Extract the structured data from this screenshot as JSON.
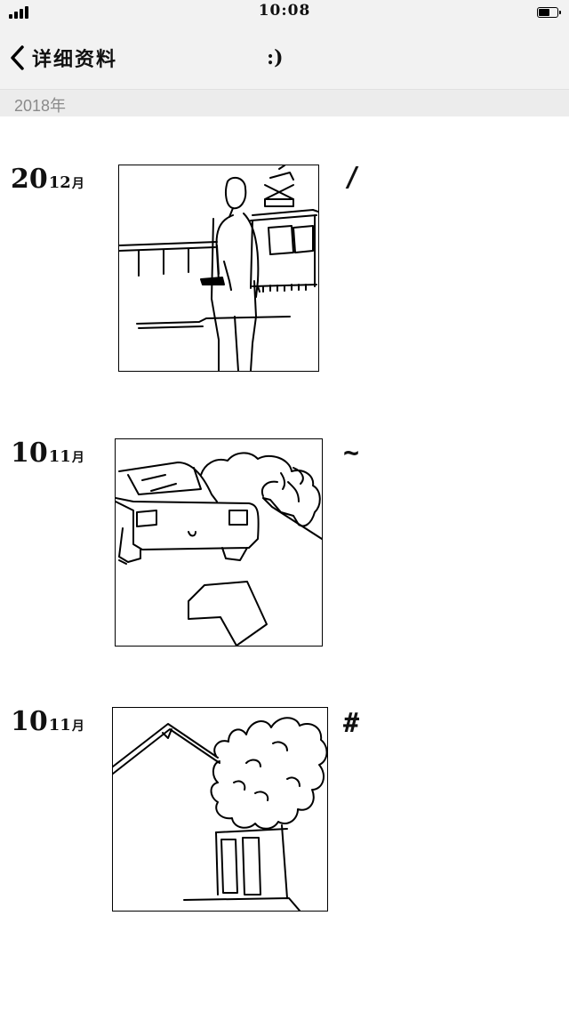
{
  "status_bar": {
    "time": "10:08"
  },
  "nav": {
    "back_label": "详细资料",
    "center_text": ":)"
  },
  "year_header": {
    "label": "2018年"
  },
  "entries": [
    {
      "day": "20",
      "month": "12",
      "suffix": "月",
      "symbol": "/",
      "image_icon": "man-and-tram-drawing"
    },
    {
      "day": "10",
      "month": "11",
      "suffix": "月",
      "symbol": "~",
      "image_icon": "car-and-arrow-drawing"
    },
    {
      "day": "10",
      "month": "11",
      "suffix": "月",
      "symbol": "#",
      "image_icon": "house-and-tree-drawing"
    }
  ]
}
